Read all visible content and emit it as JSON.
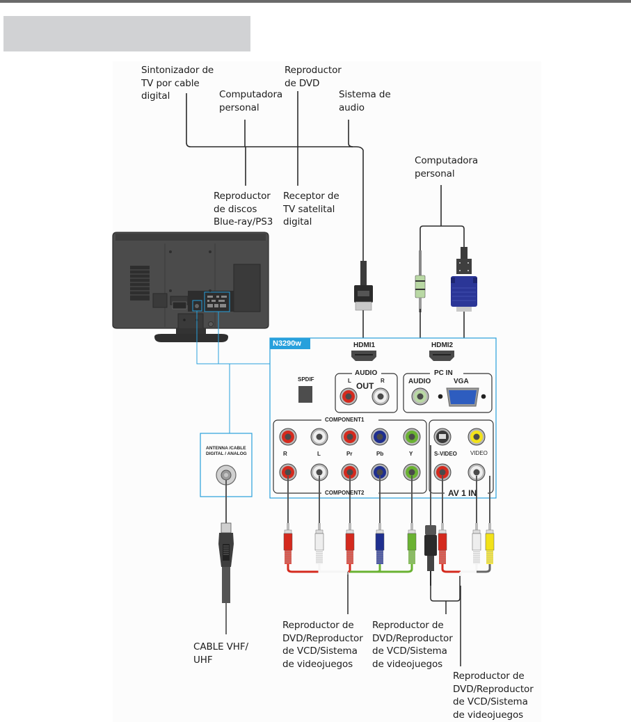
{
  "page": {
    "section_banner_text": "",
    "figure_title": "TV connection diagram (Spanish)"
  },
  "labels": {
    "top_group": [
      {
        "id": "cable-tuner",
        "lines": [
          "Sintonizador de",
          "TV por cable",
          "digital"
        ]
      },
      {
        "id": "pc-top",
        "lines": [
          "Computadora",
          "personal"
        ]
      },
      {
        "id": "dvd-top",
        "lines": [
          "Reproductor",
          "de DVD"
        ]
      },
      {
        "id": "audio-system",
        "lines": [
          "Sistema de",
          "audio"
        ]
      },
      {
        "id": "bluray",
        "lines": [
          "Reproductor",
          "de discos",
          "Blue-ray/PS3"
        ]
      },
      {
        "id": "satellite",
        "lines": [
          "Receptor de",
          "TV satelital",
          "digital"
        ]
      }
    ],
    "pc_right": {
      "lines": [
        "Computadora",
        "personal"
      ]
    },
    "cable_vhf": {
      "lines": [
        "CABLE VHF/",
        "UHF"
      ]
    },
    "bottom_group": [
      {
        "id": "component-devices",
        "lines": [
          "Reproductor de",
          "DVD/Reproductor",
          "de VCD/Sistema",
          "de videojuegos"
        ]
      },
      {
        "id": "svideo-devices",
        "lines": [
          "Reproductor de",
          "DVD/Reproductor",
          "de VCD/Sistema",
          "de videojuegos"
        ]
      },
      {
        "id": "av-devices",
        "lines": [
          "Reproductor de",
          "DVD/Reproductor",
          "de VCD/Sistema",
          "de videojuegos"
        ]
      }
    ]
  },
  "panel": {
    "model": "N3290w",
    "hdmi1": "HDMI1",
    "hdmi2": "HDMI2",
    "spdif": "SPDIF",
    "audio_out_group": "AUDIO",
    "audio_out_l": "L",
    "audio_out_r": "R",
    "audio_out_label": "OUT",
    "pc_in_group": "PC IN",
    "pc_audio": "AUDIO",
    "pc_vga": "VGA",
    "component1": "COMPONENT1",
    "component2": "COMPONENT2",
    "comp_jacks": [
      "R",
      "L",
      "Pr",
      "Pb",
      "Y"
    ],
    "svideo": "S-VIDEO",
    "video": "VIDEO",
    "av1_in": "AV 1 IN",
    "antenna_line1": "ANTENNA /CABLE",
    "antenna_line2": "DIGITAL / ANALOG"
  },
  "colors": {
    "accent_blue": "#27a0dc",
    "jack_red": "#d42a1e",
    "jack_white": "#eeeeee",
    "jack_blue": "#1f2f8f",
    "jack_green": "#6ab232",
    "jack_yellow": "#f2e21a",
    "pc_audio_green": "#b9d8a4",
    "vga_blue": "#2b3697"
  }
}
